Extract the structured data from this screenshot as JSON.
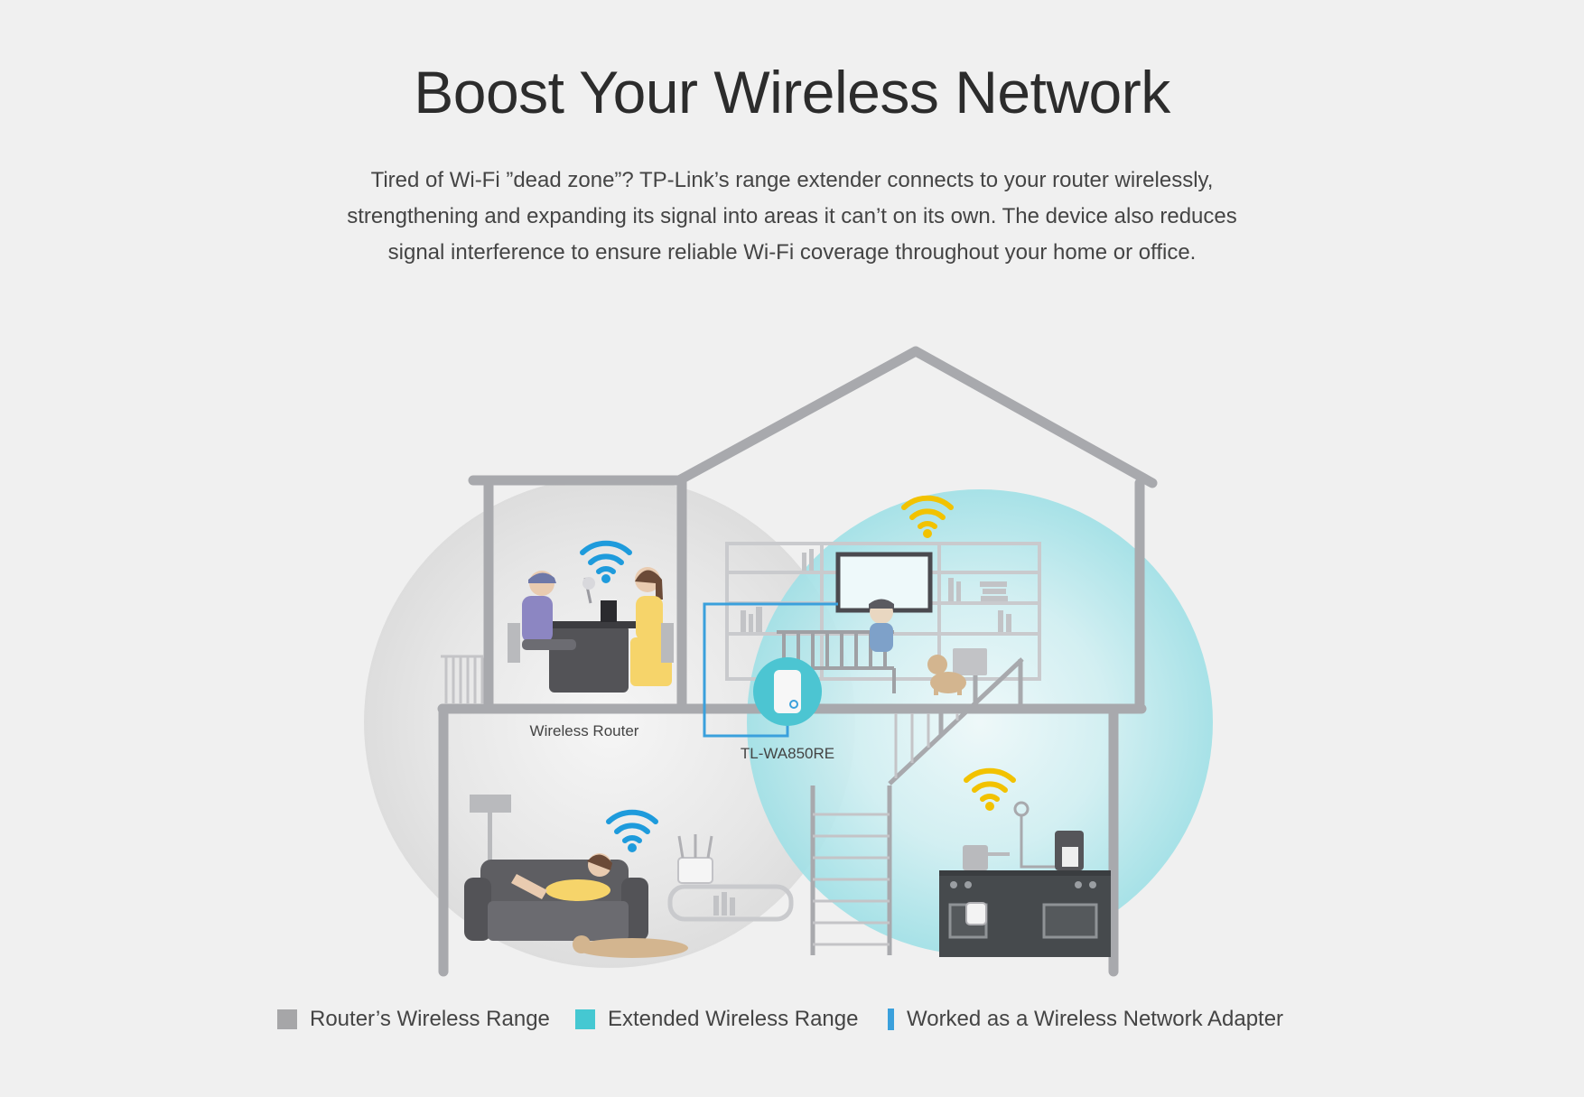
{
  "heading": "Boost Your Wireless Network",
  "intro": {
    "line1": "Tired of Wi-Fi ”dead zone”? TP-Link’s range extender connects to your router wirelessly,",
    "line2": "strengthening and expanding its signal into areas it can’t on its own. The device also reduces",
    "line3": "signal interference to ensure reliable Wi-Fi coverage throughout your home or office."
  },
  "diagram": {
    "router_label": "Wireless Router",
    "extender_label": "TL-WA850RE"
  },
  "legend": {
    "router_range": "Router’s Wireless Range",
    "extended_range": "Extended Wireless Range",
    "adapter": "Worked as a Wireless Network Adapter"
  },
  "colors": {
    "router_range": "#a6a6a8",
    "extended_range": "#45c8d2",
    "adapter": "#3aa0dc",
    "wifi_blue": "#1e9bdc",
    "wifi_yellow": "#f2c200"
  }
}
